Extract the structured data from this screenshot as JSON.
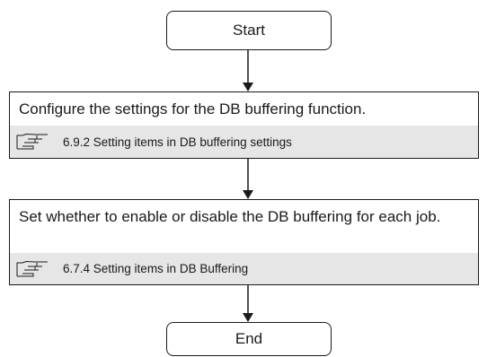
{
  "flowchart": {
    "start_label": "Start",
    "end_label": "End",
    "steps": [
      {
        "text": "Configure the settings for the DB buffering function.",
        "reference": "6.9.2 Setting items in DB buffering settings",
        "reference_icon": "pointing-hand-icon"
      },
      {
        "text": "Set whether to enable or disable the DB buffering for each job.",
        "reference": "6.7.4 Setting items in DB Buffering",
        "reference_icon": "pointing-hand-icon"
      }
    ]
  },
  "colors": {
    "line": "#1a1a1a",
    "reference_background": "#e6e6e6",
    "background": "#ffffff"
  }
}
